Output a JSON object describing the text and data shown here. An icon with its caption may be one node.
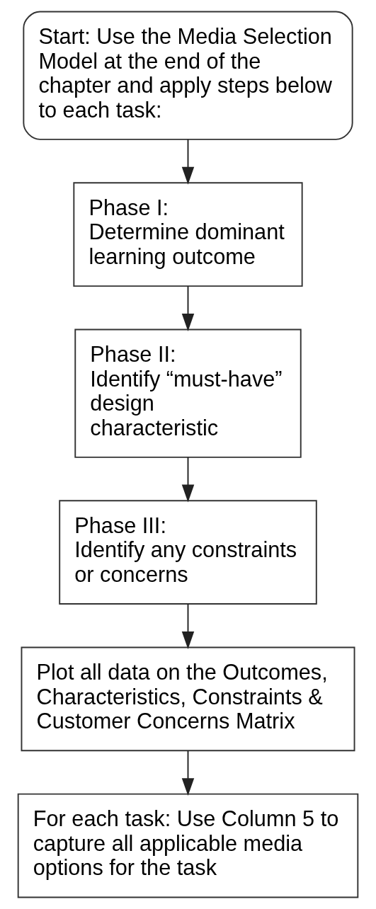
{
  "diagram": {
    "nodes": [
      {
        "text": [
          "Start: Use the Media Selection Model at the end of the chapter and apply steps below to each task:"
        ]
      },
      {
        "text": [
          "Phase I:",
          "Determine dominant learning outcome"
        ]
      },
      {
        "text": [
          "Phase II:",
          "Identify “must-have” design characteristic"
        ]
      },
      {
        "text": [
          "Phase III:",
          "Identify any constraints or concerns"
        ]
      },
      {
        "text": [
          "Plot all data on the Outcomes, Characteristics, Constraints & Customer Concerns Matrix"
        ]
      },
      {
        "text": [
          "For each task: Use Column 5 to capture all applicable media options for the task"
        ]
      }
    ],
    "edges": [
      {
        "from": 0,
        "to": 1,
        "arrow": "to"
      },
      {
        "from": 1,
        "to": 2,
        "arrow": "to"
      },
      {
        "from": 2,
        "to": 3,
        "arrow": "to"
      },
      {
        "from": 3,
        "to": 4,
        "arrow": "to"
      },
      {
        "from": 4,
        "to": 5,
        "arrow": "to"
      }
    ]
  }
}
